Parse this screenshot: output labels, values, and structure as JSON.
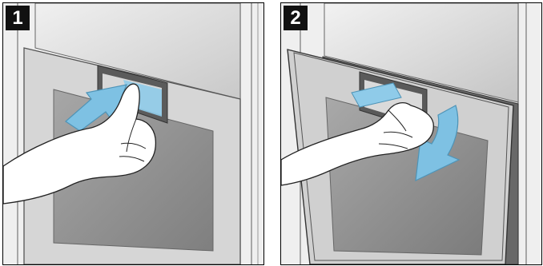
{
  "steps": [
    {
      "number": "1",
      "action": "press-handle-release"
    },
    {
      "number": "2",
      "action": "open-door-diagonally"
    }
  ],
  "colors": {
    "badge_bg": "#111111",
    "badge_text": "#ffffff",
    "arrow": "#6fb6dc",
    "steel_light": "#e4e4e4",
    "steel_dark": "#a9a9a9",
    "glass": "#8e8e8e"
  },
  "icons": [
    "push-arrow-icon",
    "pull-arrow-icon",
    "hand-icon",
    "oven-door-icon"
  ]
}
